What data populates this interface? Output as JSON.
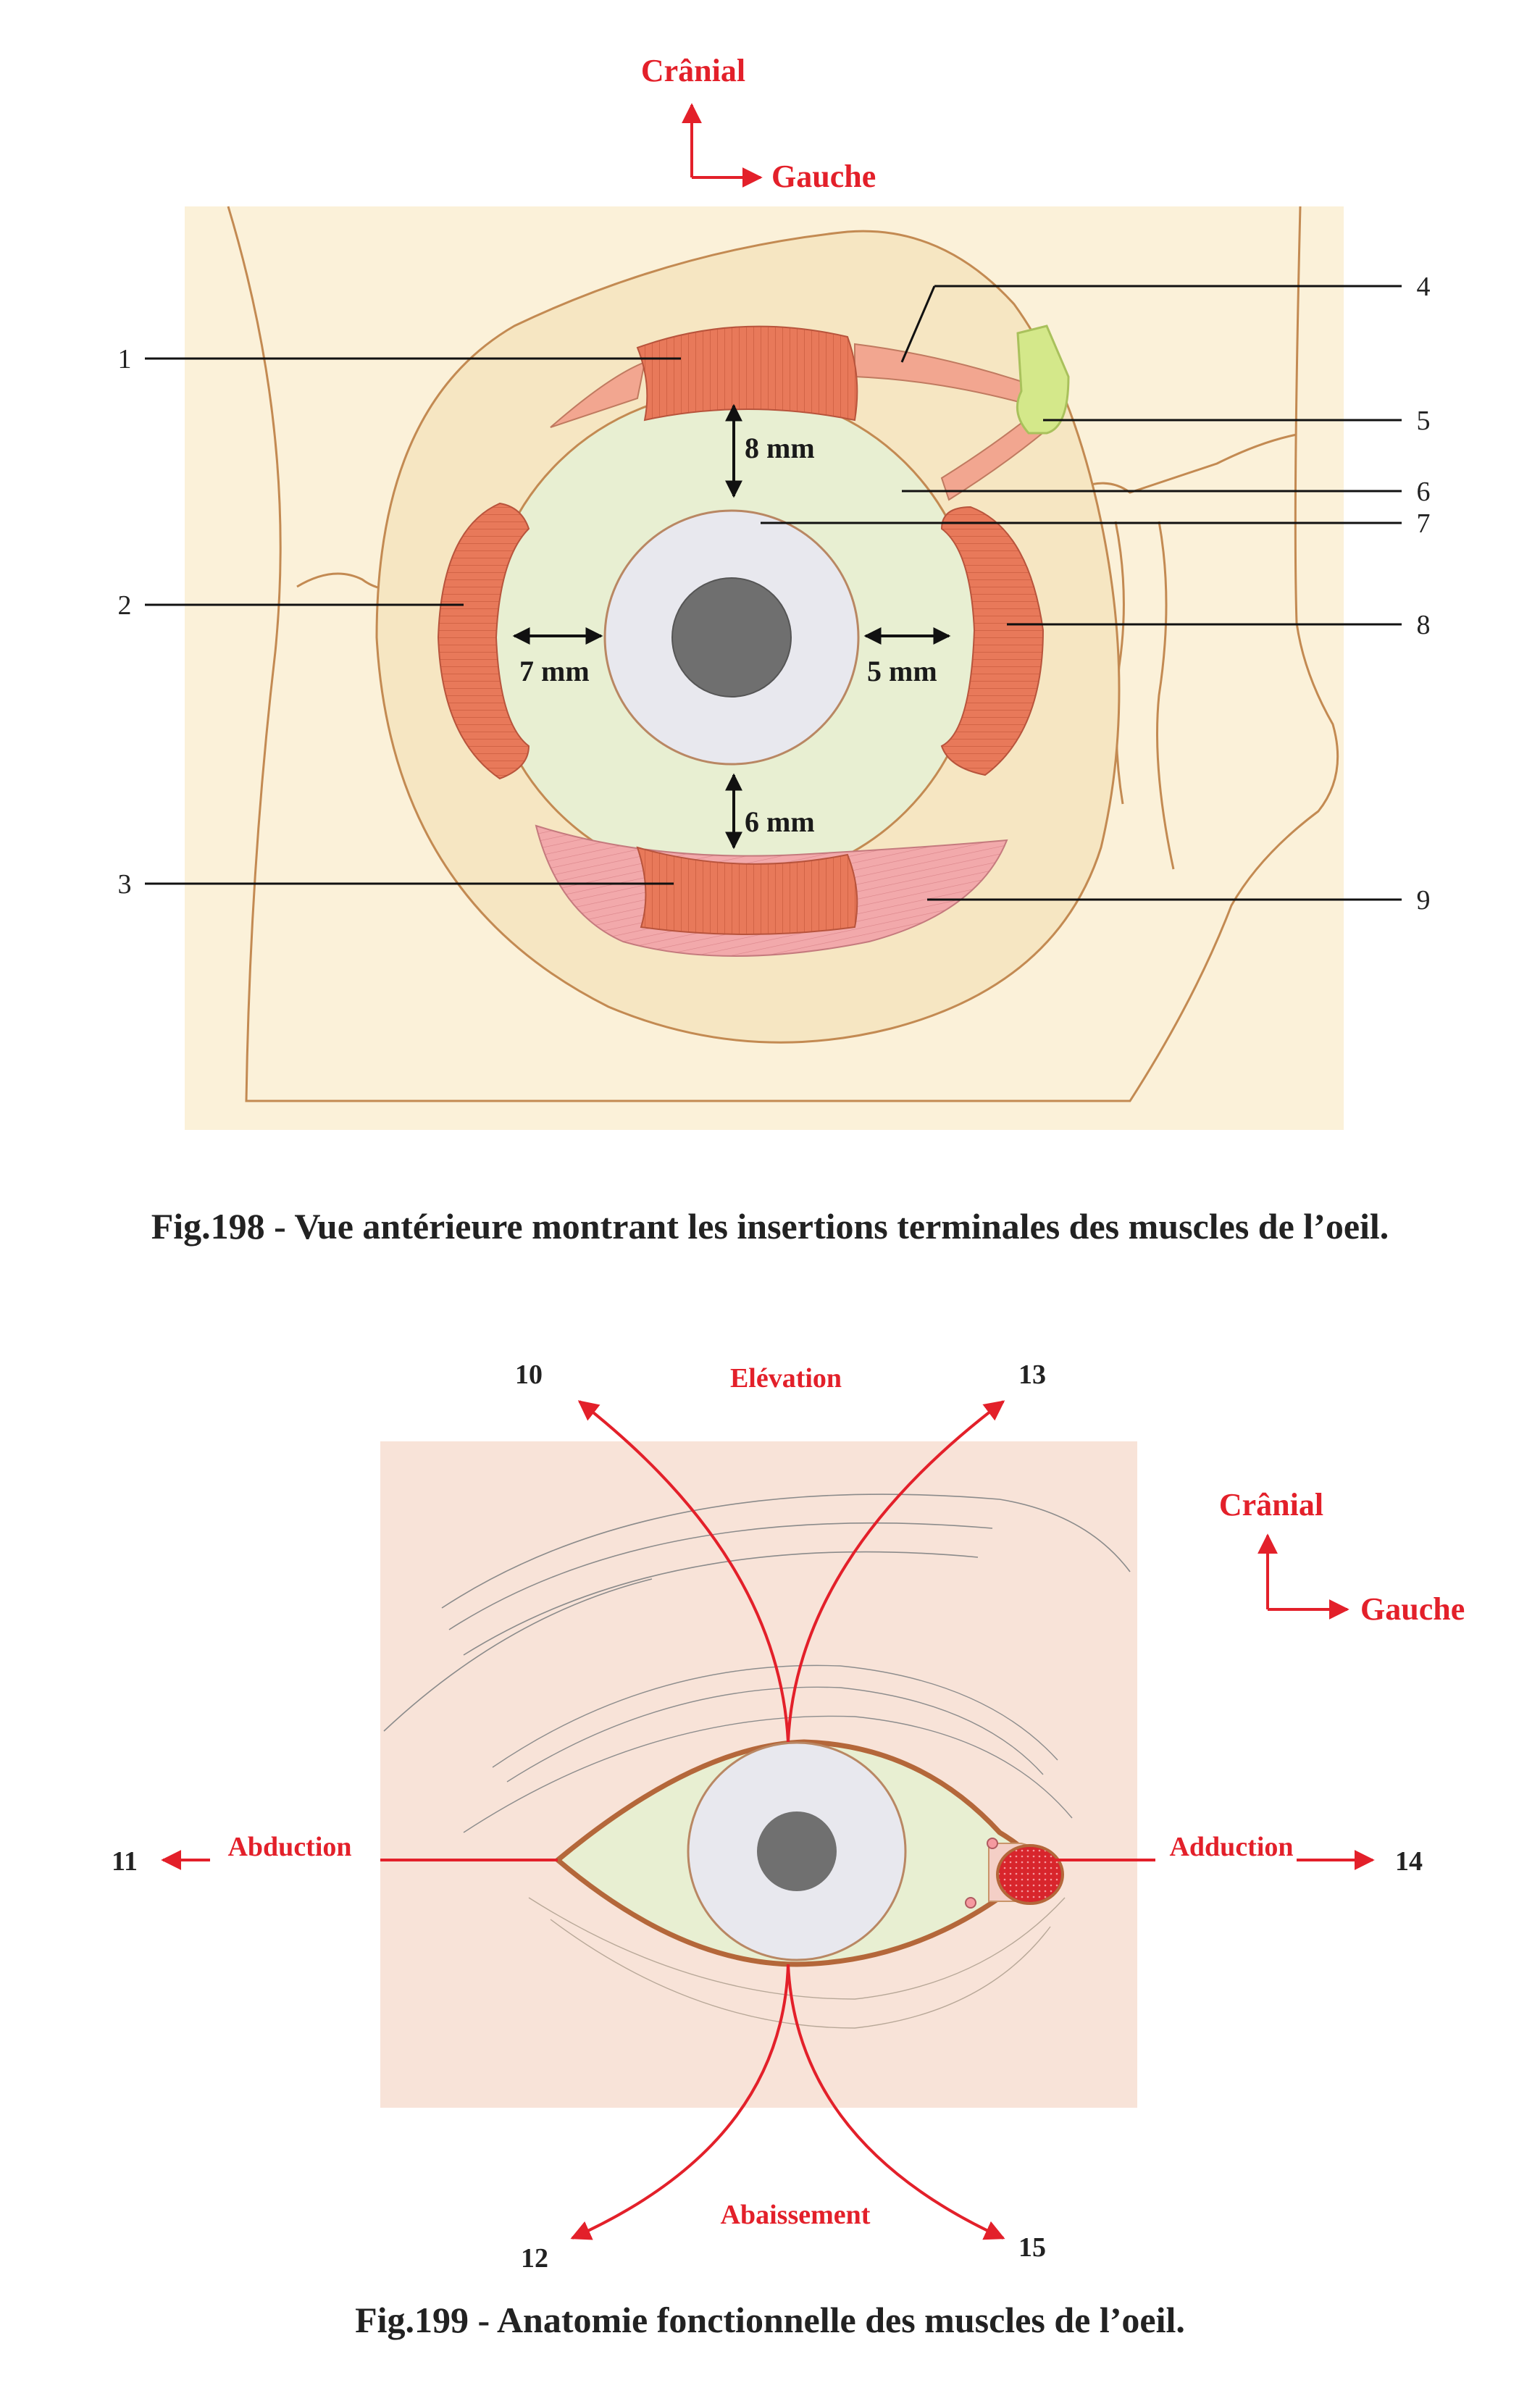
{
  "fig198": {
    "orientation": {
      "up": "Crânial",
      "right": "Gauche"
    },
    "labels": [
      "1",
      "2",
      "3",
      "4",
      "5",
      "6",
      "7",
      "8",
      "9"
    ],
    "distances": {
      "top": "8 mm",
      "left": "7 mm",
      "right": "5 mm",
      "bottom": "6 mm"
    },
    "caption": "Fig.198 - Vue antérieure montrant les insertions terminales des muscles de l’oeil."
  },
  "fig199": {
    "orientation": {
      "up": "Crânial",
      "right": "Gauche"
    },
    "actions": {
      "elevation": "Elévation",
      "abduction": "Abduction",
      "adduction": "Adduction",
      "abaissement": "Abaissement"
    },
    "labels": [
      "10",
      "11",
      "12",
      "13",
      "14",
      "15"
    ],
    "caption": "Fig.199 - Anatomie fonctionnelle des muscles de l’oeil."
  },
  "colors": {
    "skin": "#fbf1d9",
    "bone_line": "#c38a52",
    "sclera": "#e8efd2",
    "iris": "#e8e8ee",
    "pupil": "#707070",
    "muscle": "#e8795a",
    "oblique_inf": "#f1a6a8",
    "tendon": "#d4e88a",
    "arrow_red": "#e3202a",
    "panel_pink": "#f8e3d8"
  }
}
